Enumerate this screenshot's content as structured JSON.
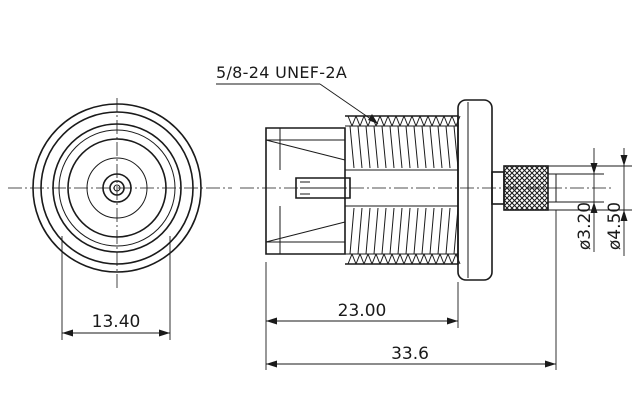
{
  "drawing": {
    "thread_callout": "5/8-24 UNEF-2A",
    "dim_face_diameter": "13.40",
    "dim_body_length": "23.00",
    "dim_overall_length": "33.6",
    "dim_pin_diameter": "ø3.20",
    "dim_shank_diameter": "ø4.50",
    "line_color": "#1a1a1a",
    "background_color": "#ffffff"
  }
}
